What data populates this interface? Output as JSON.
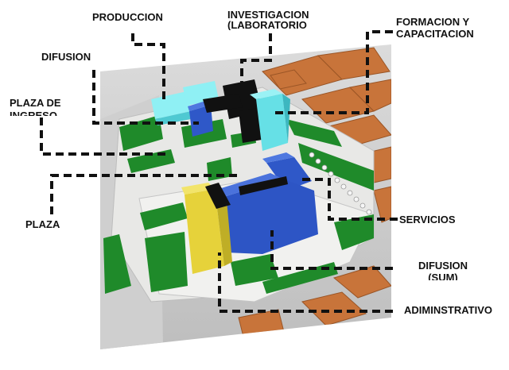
{
  "labels": {
    "produccion": "PRODUCCION",
    "investigacion": "INVESTIGACION (LABORATORIO",
    "formacion": "FORMACION Y CAPACITACION",
    "difusion_top": "DIFUSION",
    "plaza_ingreso": "PLAZA DE INGRESO",
    "plaza": "PLAZA",
    "servicios": "SERVICIOS",
    "difusion_sum": "DIFUSION (SUM)",
    "administrativo": "ADIMINSTRATIVO"
  },
  "colors": {
    "produccion": "#5fe3ee",
    "investigacion": "#111111",
    "formacion": "#66e0e6",
    "difusion": "#2f58c8",
    "administrativo": "#e6d23a",
    "green_areas": "#1f8a2a",
    "ground": "#e8e8e6",
    "roofs": "#c8743a"
  }
}
